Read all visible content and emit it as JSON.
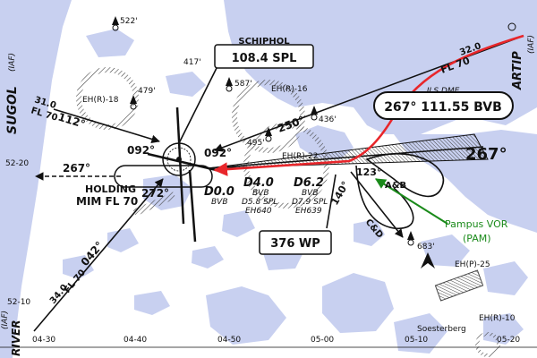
{
  "colors": {
    "water": "#c8d0f0",
    "land": "#ffffff",
    "ink": "#111111",
    "red_track": "#e8262b",
    "green_pointer": "#1a8a1a",
    "pampus_text": "#1a8a1a"
  },
  "schiphol": {
    "name": "SCHIPHOL",
    "freq": "108.4 SPL"
  },
  "bvb_box": {
    "label": "ILS DME",
    "text": "267° 111.55 BVB"
  },
  "wp_box": {
    "text": "376 WP"
  },
  "runway_course": "267°",
  "fixes": {
    "sugol": "SUGOL",
    "sugol_tag": "(IAF)",
    "artip": "ARTIP",
    "artip_tag": "(IAF)",
    "river": "RIVER",
    "river_tag": "(IAF)"
  },
  "routes": {
    "sugol_dist": "31.0",
    "sugol_fl": "FL 70",
    "sugol_course": "112°",
    "artip_dist": "32.0",
    "artip_fl": "FL 70",
    "artip_course": "250°",
    "river_dist": "34.0",
    "river_fl": "FL 70",
    "river_course": "042°"
  },
  "holding": {
    "inbound": "267°",
    "label": "HOLDING",
    "min": "MIM FL 70",
    "outbound": "272°",
    "course_a": "092°",
    "course_b": "092°"
  },
  "dme": {
    "d00": "D0.0",
    "d00_sub": "BVB",
    "d40": "D4.0",
    "d40_sub1": "BVB",
    "d40_sub2": "D5.8 SPL",
    "d40_sub3": "EH640",
    "d62": "D6.2",
    "d62_sub1": "BVB",
    "d62_sub2": "D7.9 SPL",
    "d62_sub3": "EH639"
  },
  "elevations": [
    "522'",
    "417'",
    "587'",
    "479'",
    "495'",
    "436'",
    "683'"
  ],
  "zones": {
    "eh18": "EH(R)-18",
    "eh16": "EH(R)-16",
    "eh22": "EH(R)-22",
    "eh25": "EH(P)-25",
    "eh10": "EH(R)-10"
  },
  "misc": {
    "lat": "52-20",
    "lat2": "52-10",
    "soesterberg": "Soesterberg",
    "aa": "A&B",
    "cd": "C&D",
    "deg123": "123°",
    "deg140": "140°"
  },
  "pampus": {
    "line1": "Pampus VOR",
    "line2": "(PAM)"
  },
  "longitudes": [
    "04-30",
    "04-40",
    "04-50",
    "05-00",
    "05-10",
    "05-20"
  ]
}
